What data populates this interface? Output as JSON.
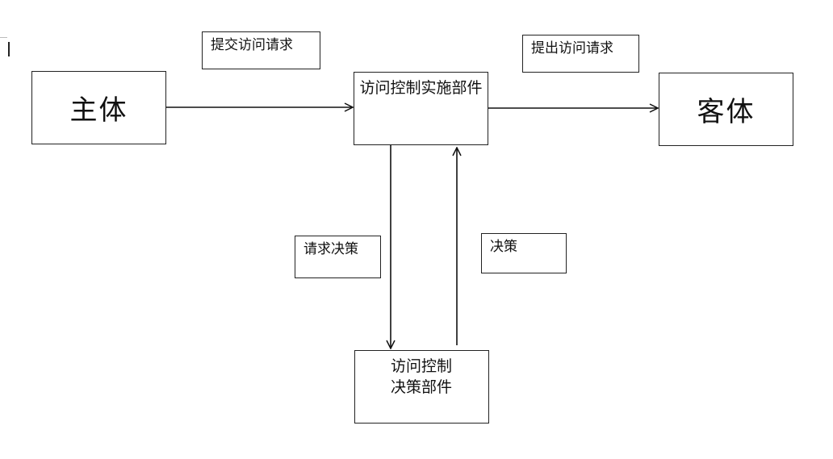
{
  "nodes": {
    "subject": "主体",
    "object": "客体",
    "enforcement": "访问控制实施部件",
    "decision_component_line1": "访问控制",
    "decision_component_line2": "决策部件"
  },
  "edge_labels": {
    "submit_request": "提交访问请求",
    "issue_request": "提出访问请求",
    "request_decision": "请求决策",
    "decision": "决策"
  }
}
